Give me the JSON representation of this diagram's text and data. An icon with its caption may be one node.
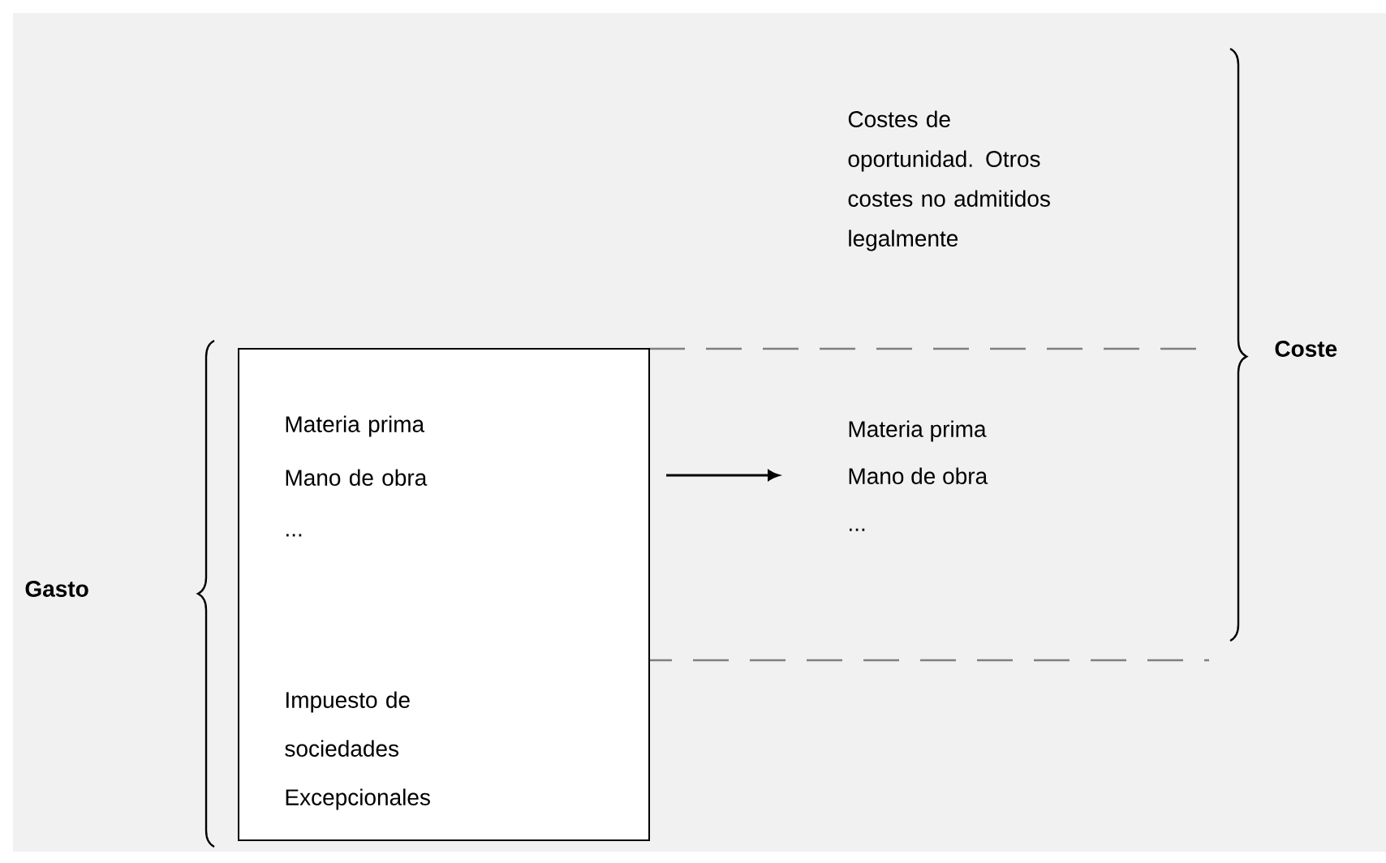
{
  "diagram": {
    "nodes": [
      {
        "text": [
          "Materia prima",
          "Mano de obra",
          "...",
          "Impuesto de sociedades Excepcionales"
        ]
      },
      {
        "text": [
          "Materia prima",
          "Mano de obra",
          "..."
        ]
      }
    ],
    "edges": [
      {
        "from": 0,
        "to": 1,
        "arrow": "to"
      }
    ],
    "labels": [
      "Costes de oportunidad. Otros costes no admitidos legalmente",
      "Coste",
      "Gasto"
    ]
  }
}
